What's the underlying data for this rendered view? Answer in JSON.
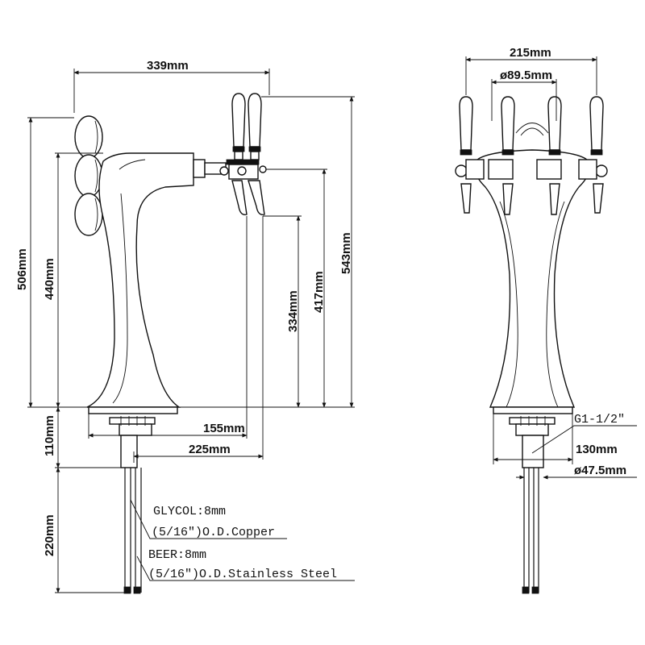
{
  "side_view": {
    "dim_339": "339mm",
    "dim_506": "506mm",
    "dim_440": "440mm",
    "dim_543": "543mm",
    "dim_417": "417mm",
    "dim_334": "334mm",
    "dim_155": "155mm",
    "dim_225": "225mm",
    "dim_110": "110mm",
    "dim_220": "220mm"
  },
  "notes": {
    "glycol": "GLYCOL:8mm",
    "glycol_pipe": "(5/16″)O.D.Copper",
    "beer": "BEER:8mm",
    "beer_pipe": "(5/16″)O.D.Stainless Steel"
  },
  "front_view": {
    "dim_215": "215mm",
    "dim_89_5": "ø89.5mm",
    "thread": "G1-1/2″",
    "dim_130": "130mm",
    "dim_47_5": "ø47.5mm"
  }
}
